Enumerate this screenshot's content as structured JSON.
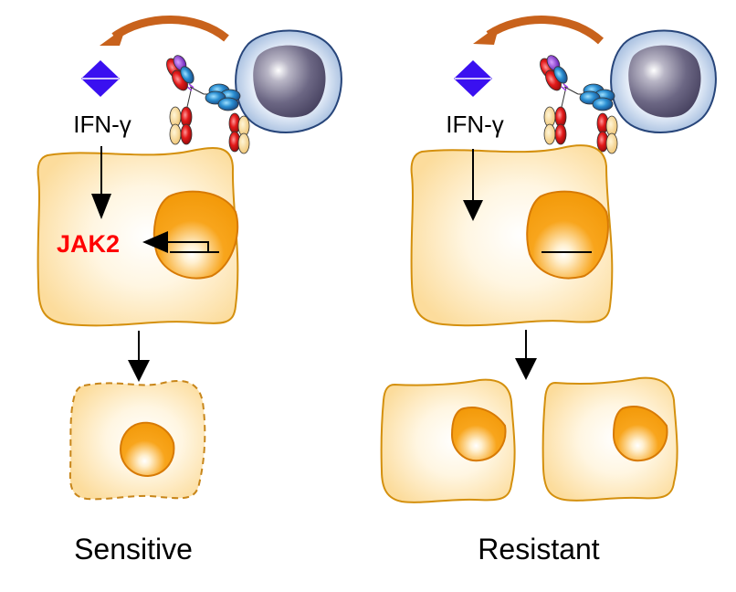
{
  "panels": [
    {
      "id": "sensitive",
      "cytokine_label": "IFN-γ",
      "gene_label": "JAK2",
      "gene_expressed": true,
      "outcome_label": "Sensitive",
      "outcome_cells": 1,
      "outcome_cell_state": "dying"
    },
    {
      "id": "resistant",
      "cytokine_label": "IFN-γ",
      "gene_label": "",
      "gene_expressed": false,
      "outcome_label": "Resistant",
      "outcome_cells": 2,
      "outcome_cell_state": "proliferating"
    }
  ],
  "colors": {
    "cell_fill": "#fde3a7",
    "cell_stroke": "#d4900e",
    "nucleus": "#f5a00f",
    "nucleus_stroke": "#d77a05",
    "ifn_diamond": "#3a10f0",
    "feedback_arrow": "#c8621c",
    "gene_label": "#ff0000",
    "tcell_nucleus": "#4a4563",
    "tcell_membrane": "#b8cde6"
  }
}
